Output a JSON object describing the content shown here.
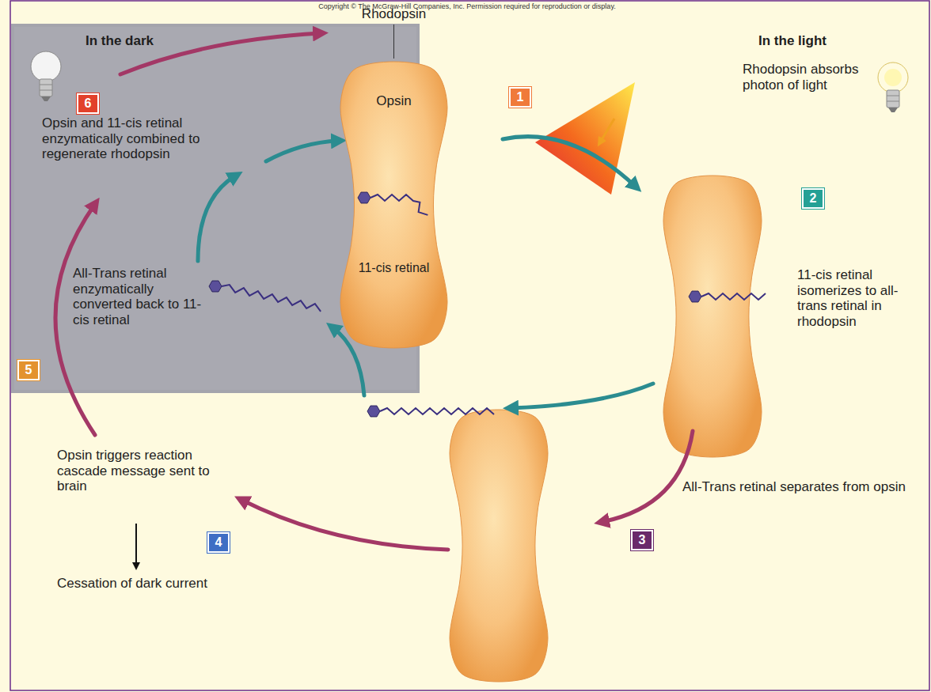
{
  "diagram": {
    "nodes": [
      {
        "text": [
          "Rhodopsin",
          "Opsin",
          "11-cis retinal"
        ]
      },
      {
        "text": [
          "1"
        ]
      },
      {
        "text": [
          "2"
        ]
      },
      {
        "text": [
          "3"
        ]
      },
      {
        "text": [
          "4"
        ]
      },
      {
        "text": [
          "5"
        ]
      },
      {
        "text": [
          "6"
        ]
      }
    ],
    "labels": [
      "Copyright © The McGraw-Hill Companies, Inc. Permission required for reproduction or display.",
      "In the dark",
      "In the light",
      "Rhodopsin absorbs photon of light",
      "11-cis retinal isomerizes to all-trans retinal in rhodopsin",
      "All-Trans retinal separates from opsin",
      "Opsin triggers reaction cascade message sent to brain",
      "Cessation of dark current",
      "All-Trans retinal enzymatically converted back to 11-cis retinal",
      "Opsin and 11-cis retinal enzymatically combined to regenerate rhodopsin"
    ]
  }
}
